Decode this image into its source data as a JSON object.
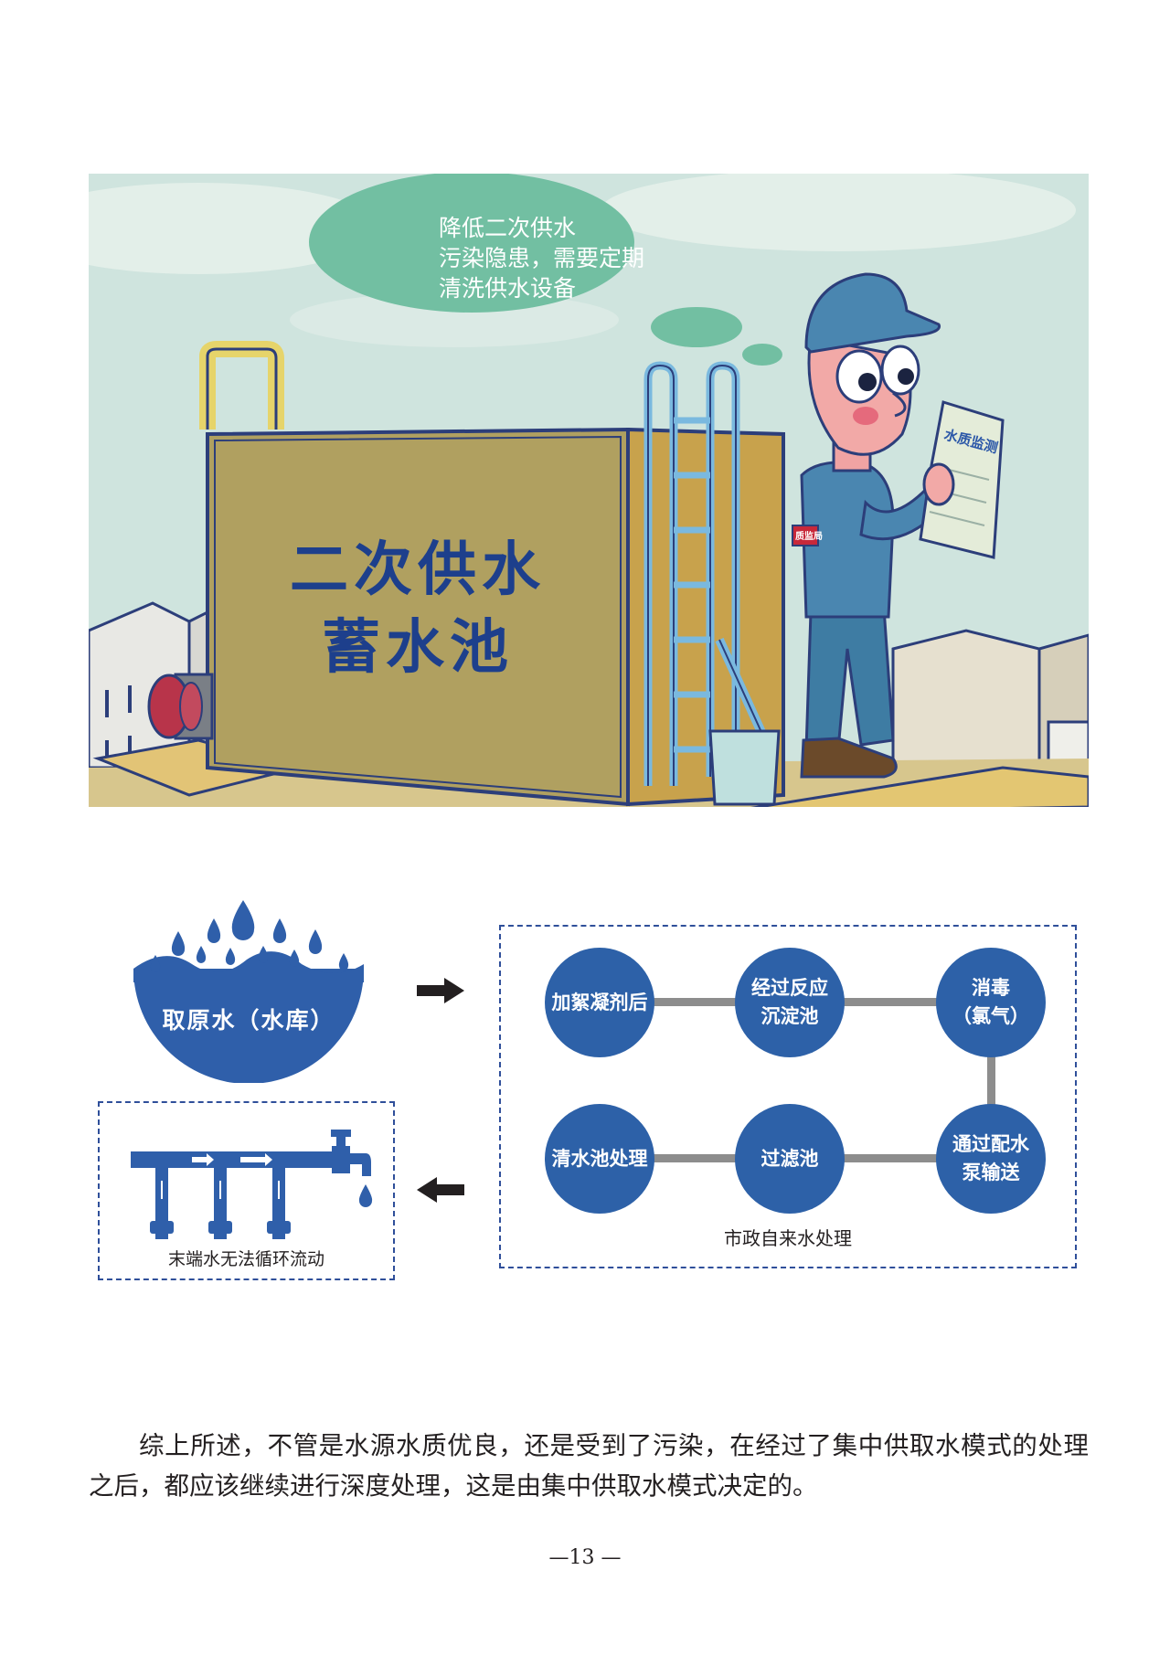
{
  "illustration": {
    "speech_bubble_lines": [
      "降低二次供水",
      "污染隐患，需要定期",
      "清洗供水设备"
    ],
    "tank_label_lines": [
      "二次供水",
      "蓄水池"
    ],
    "document_label": "水质监测",
    "armband_label": "质监局"
  },
  "flow": {
    "source_label": "取原水（水库）",
    "nodes": [
      "加絮凝剂后",
      "经过反应\n沉淀池",
      "消毒\n（氯气）",
      "通过配水\n泵输送",
      "过滤池",
      "清水池处理"
    ],
    "municipal_caption": "市政自来水处理",
    "terminal_caption": "末端水无法循环流动"
  },
  "summary_text": "综上所述，不管是水源水质优良，还是受到了污染，在经过了集中供取水模式的处理之后，都应该继续进行深度处理，这是由集中供取水模式决定的。",
  "page_number": "—13 —",
  "colors": {
    "node_blue": "#2d61a8",
    "water_blue": "#2f5faa",
    "connector_gray": "#8d8d8d",
    "tank_khaki": "#b0a060",
    "bubble_green": "#72bfa2"
  }
}
